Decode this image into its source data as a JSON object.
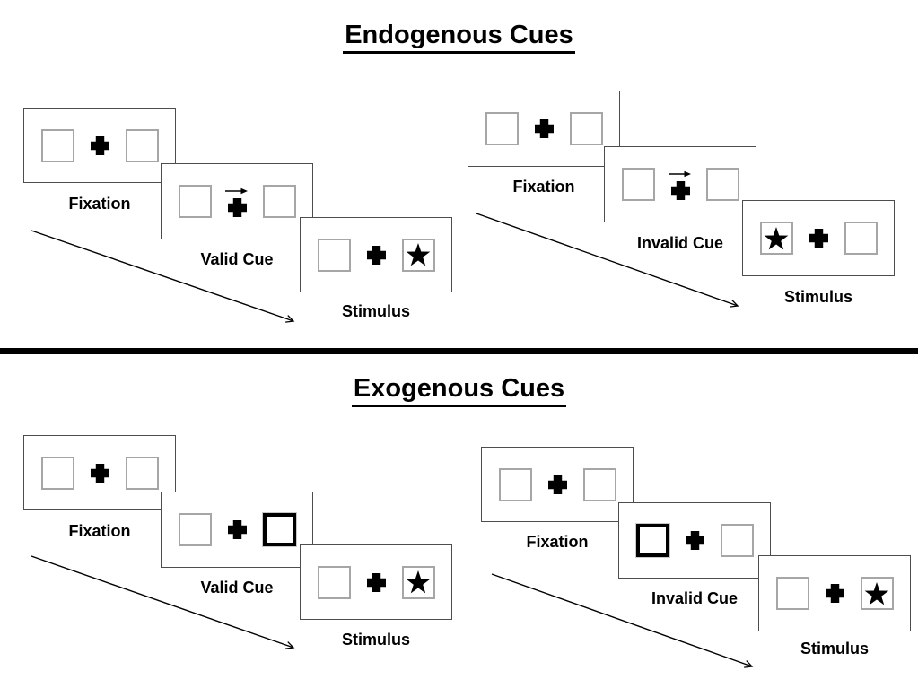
{
  "colors": {
    "background": "#ffffff",
    "panel_border": "#4d4d4d",
    "placeholder_box_border": "#a6a6a6",
    "highlight_box_border": "#000000",
    "ink": "#000000"
  },
  "icons": {
    "fixation_cross": "plus-icon",
    "cue_pointer": "right-arrow-icon",
    "target": "star-icon",
    "sequence": "diagonal-arrow-icon"
  },
  "sections": [
    {
      "title": "Endogenous Cues",
      "trials": [
        {
          "name": "valid-trial",
          "panels": [
            {
              "label": "Fixation",
              "left_box": "empty",
              "center": "fixation-cross",
              "right_box": "empty"
            },
            {
              "label": "Valid Cue",
              "left_box": "empty",
              "center": "fixation-cross-with-right-arrow",
              "right_box": "empty"
            },
            {
              "label": "Stimulus",
              "left_box": "empty",
              "center": "fixation-cross",
              "right_box": "star"
            }
          ]
        },
        {
          "name": "invalid-trial",
          "panels": [
            {
              "label": "Fixation",
              "left_box": "empty",
              "center": "fixation-cross",
              "right_box": "empty"
            },
            {
              "label": "Invalid Cue",
              "left_box": "empty",
              "center": "fixation-cross-with-right-arrow",
              "right_box": "empty"
            },
            {
              "label": "Stimulus",
              "left_box": "star",
              "center": "fixation-cross",
              "right_box": "empty"
            }
          ]
        }
      ]
    },
    {
      "title": "Exogenous Cues",
      "trials": [
        {
          "name": "valid-trial",
          "panels": [
            {
              "label": "Fixation",
              "left_box": "empty",
              "center": "fixation-cross",
              "right_box": "empty"
            },
            {
              "label": "Valid Cue",
              "left_box": "empty",
              "center": "fixation-cross",
              "right_box": "highlighted-empty"
            },
            {
              "label": "Stimulus",
              "left_box": "empty",
              "center": "fixation-cross",
              "right_box": "star"
            }
          ]
        },
        {
          "name": "invalid-trial",
          "panels": [
            {
              "label": "Fixation",
              "left_box": "empty",
              "center": "fixation-cross",
              "right_box": "empty"
            },
            {
              "label": "Invalid Cue",
              "left_box": "highlighted-empty",
              "center": "fixation-cross",
              "right_box": "empty"
            },
            {
              "label": "Stimulus",
              "left_box": "empty",
              "center": "fixation-cross",
              "right_box": "star"
            }
          ]
        }
      ]
    }
  ]
}
